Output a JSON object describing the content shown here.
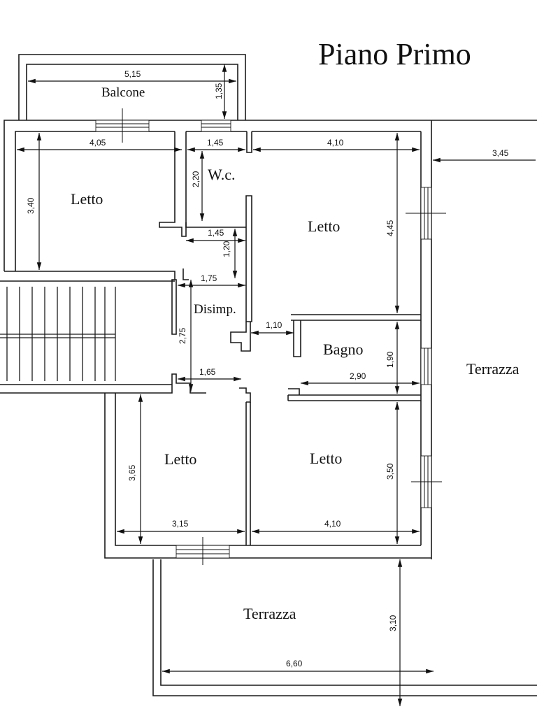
{
  "title": "Piano Primo",
  "rooms": {
    "balcone": "Balcone",
    "wc": "W.c.",
    "letto_nw": "Letto",
    "letto_ne": "Letto",
    "disimp": "Disimp.",
    "bagno": "Bagno",
    "terrazza_east": "Terrazza",
    "letto_sw": "Letto",
    "letto_se": "Letto",
    "terrazza_south": "Terrazza"
  },
  "dimensions": {
    "balcone_width": "5,15",
    "balcone_depth": "1,35",
    "letto_nw_width": "4,05",
    "letto_nw_depth": "3,40",
    "wc_width": "1,45",
    "wc_depth": "2,20",
    "corridor_width": "1,45",
    "corridor_depth": "1,20",
    "letto_ne_width": "4,10",
    "letto_ne_depth": "4,45",
    "terrazza_east_width": "3,45",
    "disimp_width": "1,75",
    "disimp_depth": "2,75",
    "passage_width": "1,10",
    "bagno_depth": "1,90",
    "bagno_width": "2,90",
    "hall_width": "1,65",
    "letto_sw_depth": "3,65",
    "letto_sw_width": "3,15",
    "letto_se_depth": "3,50",
    "letto_se_width": "4,10",
    "terrazza_south_depth": "3,10",
    "terrazza_south_width": "6,60"
  }
}
